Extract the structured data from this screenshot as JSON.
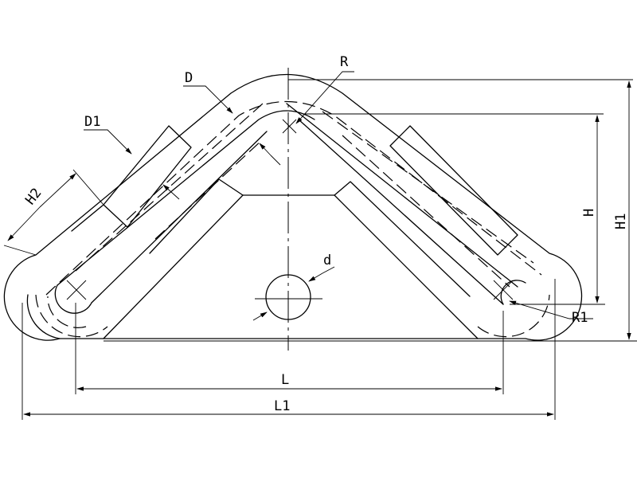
{
  "labels": {
    "D": "D",
    "D1": "D1",
    "R": "R",
    "H2": "H2",
    "d": "d",
    "H": "H",
    "H1": "H1",
    "R1": "R1",
    "L": "L",
    "L1": "L1"
  },
  "colors": {
    "line": "#000000",
    "background": "#ffffff"
  }
}
